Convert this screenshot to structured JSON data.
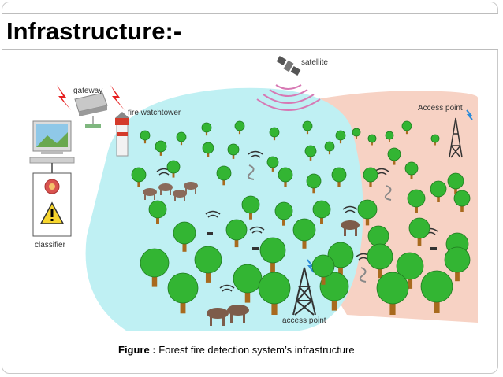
{
  "title": "Infrastructure:-",
  "labels": {
    "gateway": "gateway",
    "fire_watchtower": "fire watchtower",
    "satellite": "satellite",
    "access_point_top": "Access point",
    "access_point_bottom": "access point",
    "classifier": "classifier"
  },
  "caption": {
    "prefix": "Figure :",
    "text": "Forest fire detection system’s infrastructure"
  },
  "colors": {
    "left_zone": "#bff0f3",
    "right_zone": "#f7d2c4",
    "tree_canopy": "#33b533",
    "tree_trunk": "#a86a1e",
    "lightning": "#e62020"
  }
}
